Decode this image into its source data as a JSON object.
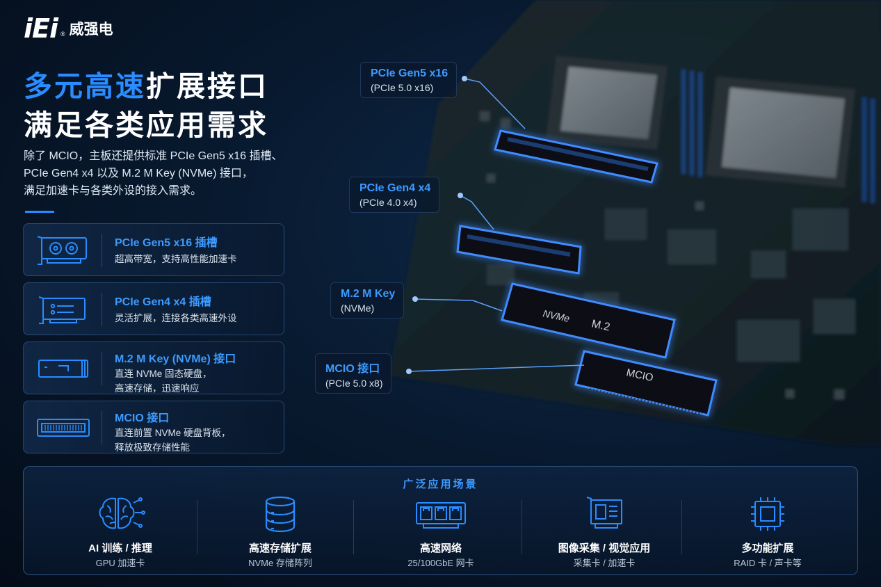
{
  "brand": {
    "mark": "iEi",
    "reg": "®",
    "name": "威强电"
  },
  "headline": {
    "line1_accent": "多元高速",
    "line1_rest": "扩展接口",
    "line2": "满足各类应用需求"
  },
  "intro": [
    "除了 MCIO，主板还提供标准 PCIe Gen5 x16 插槽、",
    "PCIe Gen4 x4  以及 M.2 M Key (NVMe) 接口，",
    "满足加速卡与各类外设的接入需求。"
  ],
  "features": [
    {
      "icon": "gpu-card-icon",
      "title": "PCIe Gen5 x16 插槽",
      "desc": [
        "超高带宽，支持高性能加速卡"
      ]
    },
    {
      "icon": "expansion-card-icon",
      "title": "PCIe Gen4 x4 插槽",
      "desc": [
        "灵活扩展，连接各类高速外设"
      ]
    },
    {
      "icon": "m2-ssd-icon",
      "title": "M.2 M Key (NVMe) 接口",
      "desc": [
        "直连 NVMe 固态硬盘，",
        "高速存储，迅速响应"
      ]
    },
    {
      "icon": "mcio-connector-icon",
      "title": "MCIO 接口",
      "desc": [
        "直连前置 NVMe 硬盘背板，",
        "释放极致存储性能"
      ]
    }
  ],
  "callouts": [
    {
      "title": "PCIe Gen5 x16",
      "sub": "(PCIe 5.0 x16)"
    },
    {
      "title": "PCIe Gen4 x4",
      "sub": "(PCIe 4.0 x4)"
    },
    {
      "title": "M.2 M Key",
      "sub": "(NVMe)"
    },
    {
      "title": "MCIO 接口",
      "sub": "(PCIe 5.0 x8)"
    }
  ],
  "board_labels": {
    "nvme": "NVMe",
    "m2": "M.2",
    "mcio": "MCIO"
  },
  "scenarios": {
    "heading": "广泛应用场景",
    "items": [
      {
        "icon": "ai-brain-icon",
        "title": "AI 训练 / 推理",
        "sub": "GPU 加速卡"
      },
      {
        "icon": "database-icon",
        "title": "高速存储扩展",
        "sub": "NVMe 存储阵列"
      },
      {
        "icon": "network-card-icon",
        "title": "高速网络",
        "sub": "25/100GbE 网卡"
      },
      {
        "icon": "capture-card-icon",
        "title": "图像采集 / 视觉应用",
        "sub": "采集卡 / 加速卡"
      },
      {
        "icon": "chip-icon",
        "title": "多功能扩展",
        "sub": "RAID 卡 / 声卡等"
      }
    ]
  },
  "colors": {
    "accent": "#2a8cff",
    "accent_text": "#3d9bff",
    "background": "#081a30",
    "glow": "#2f7dff"
  }
}
